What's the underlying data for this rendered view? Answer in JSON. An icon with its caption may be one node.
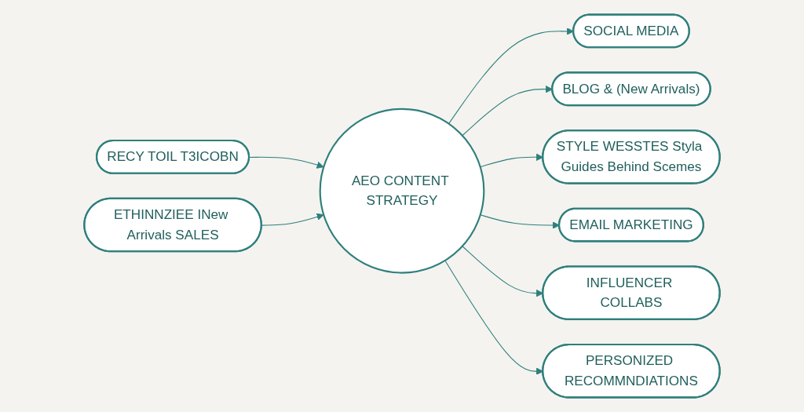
{
  "diagram": {
    "nodes": [
      {
        "text": [
          "AEO CONTENT STRATEGY"
        ]
      },
      {
        "text": [
          "RECY TOIL T3ICOBN"
        ]
      },
      {
        "text": [
          "ETHINNZIEE INew Arrivals SALES"
        ]
      },
      {
        "text": [
          "SOCIAL MEDIA"
        ]
      },
      {
        "text": [
          "BLOG & (New Arrivals)"
        ]
      },
      {
        "text": [
          "STYLE WESSTES Styla Guides Behind Scemes"
        ]
      },
      {
        "text": [
          "EMAIL MARKETING"
        ]
      },
      {
        "text": [
          "INFLUENCER COLLABS"
        ]
      },
      {
        "text": [
          "PERSONIZED RECOMMNDIATIONS"
        ]
      }
    ],
    "edges": [
      {
        "from": 1,
        "to": 0,
        "arrow": "to"
      },
      {
        "from": 2,
        "to": 0,
        "arrow": "to"
      },
      {
        "from": 0,
        "to": 3,
        "arrow": "to"
      },
      {
        "from": 0,
        "to": 4,
        "arrow": "to"
      },
      {
        "from": 0,
        "to": 5,
        "arrow": "to"
      },
      {
        "from": 0,
        "to": 6,
        "arrow": "to"
      },
      {
        "from": 0,
        "to": 7,
        "arrow": "to"
      },
      {
        "from": 0,
        "to": 8,
        "arrow": "to"
      }
    ]
  }
}
